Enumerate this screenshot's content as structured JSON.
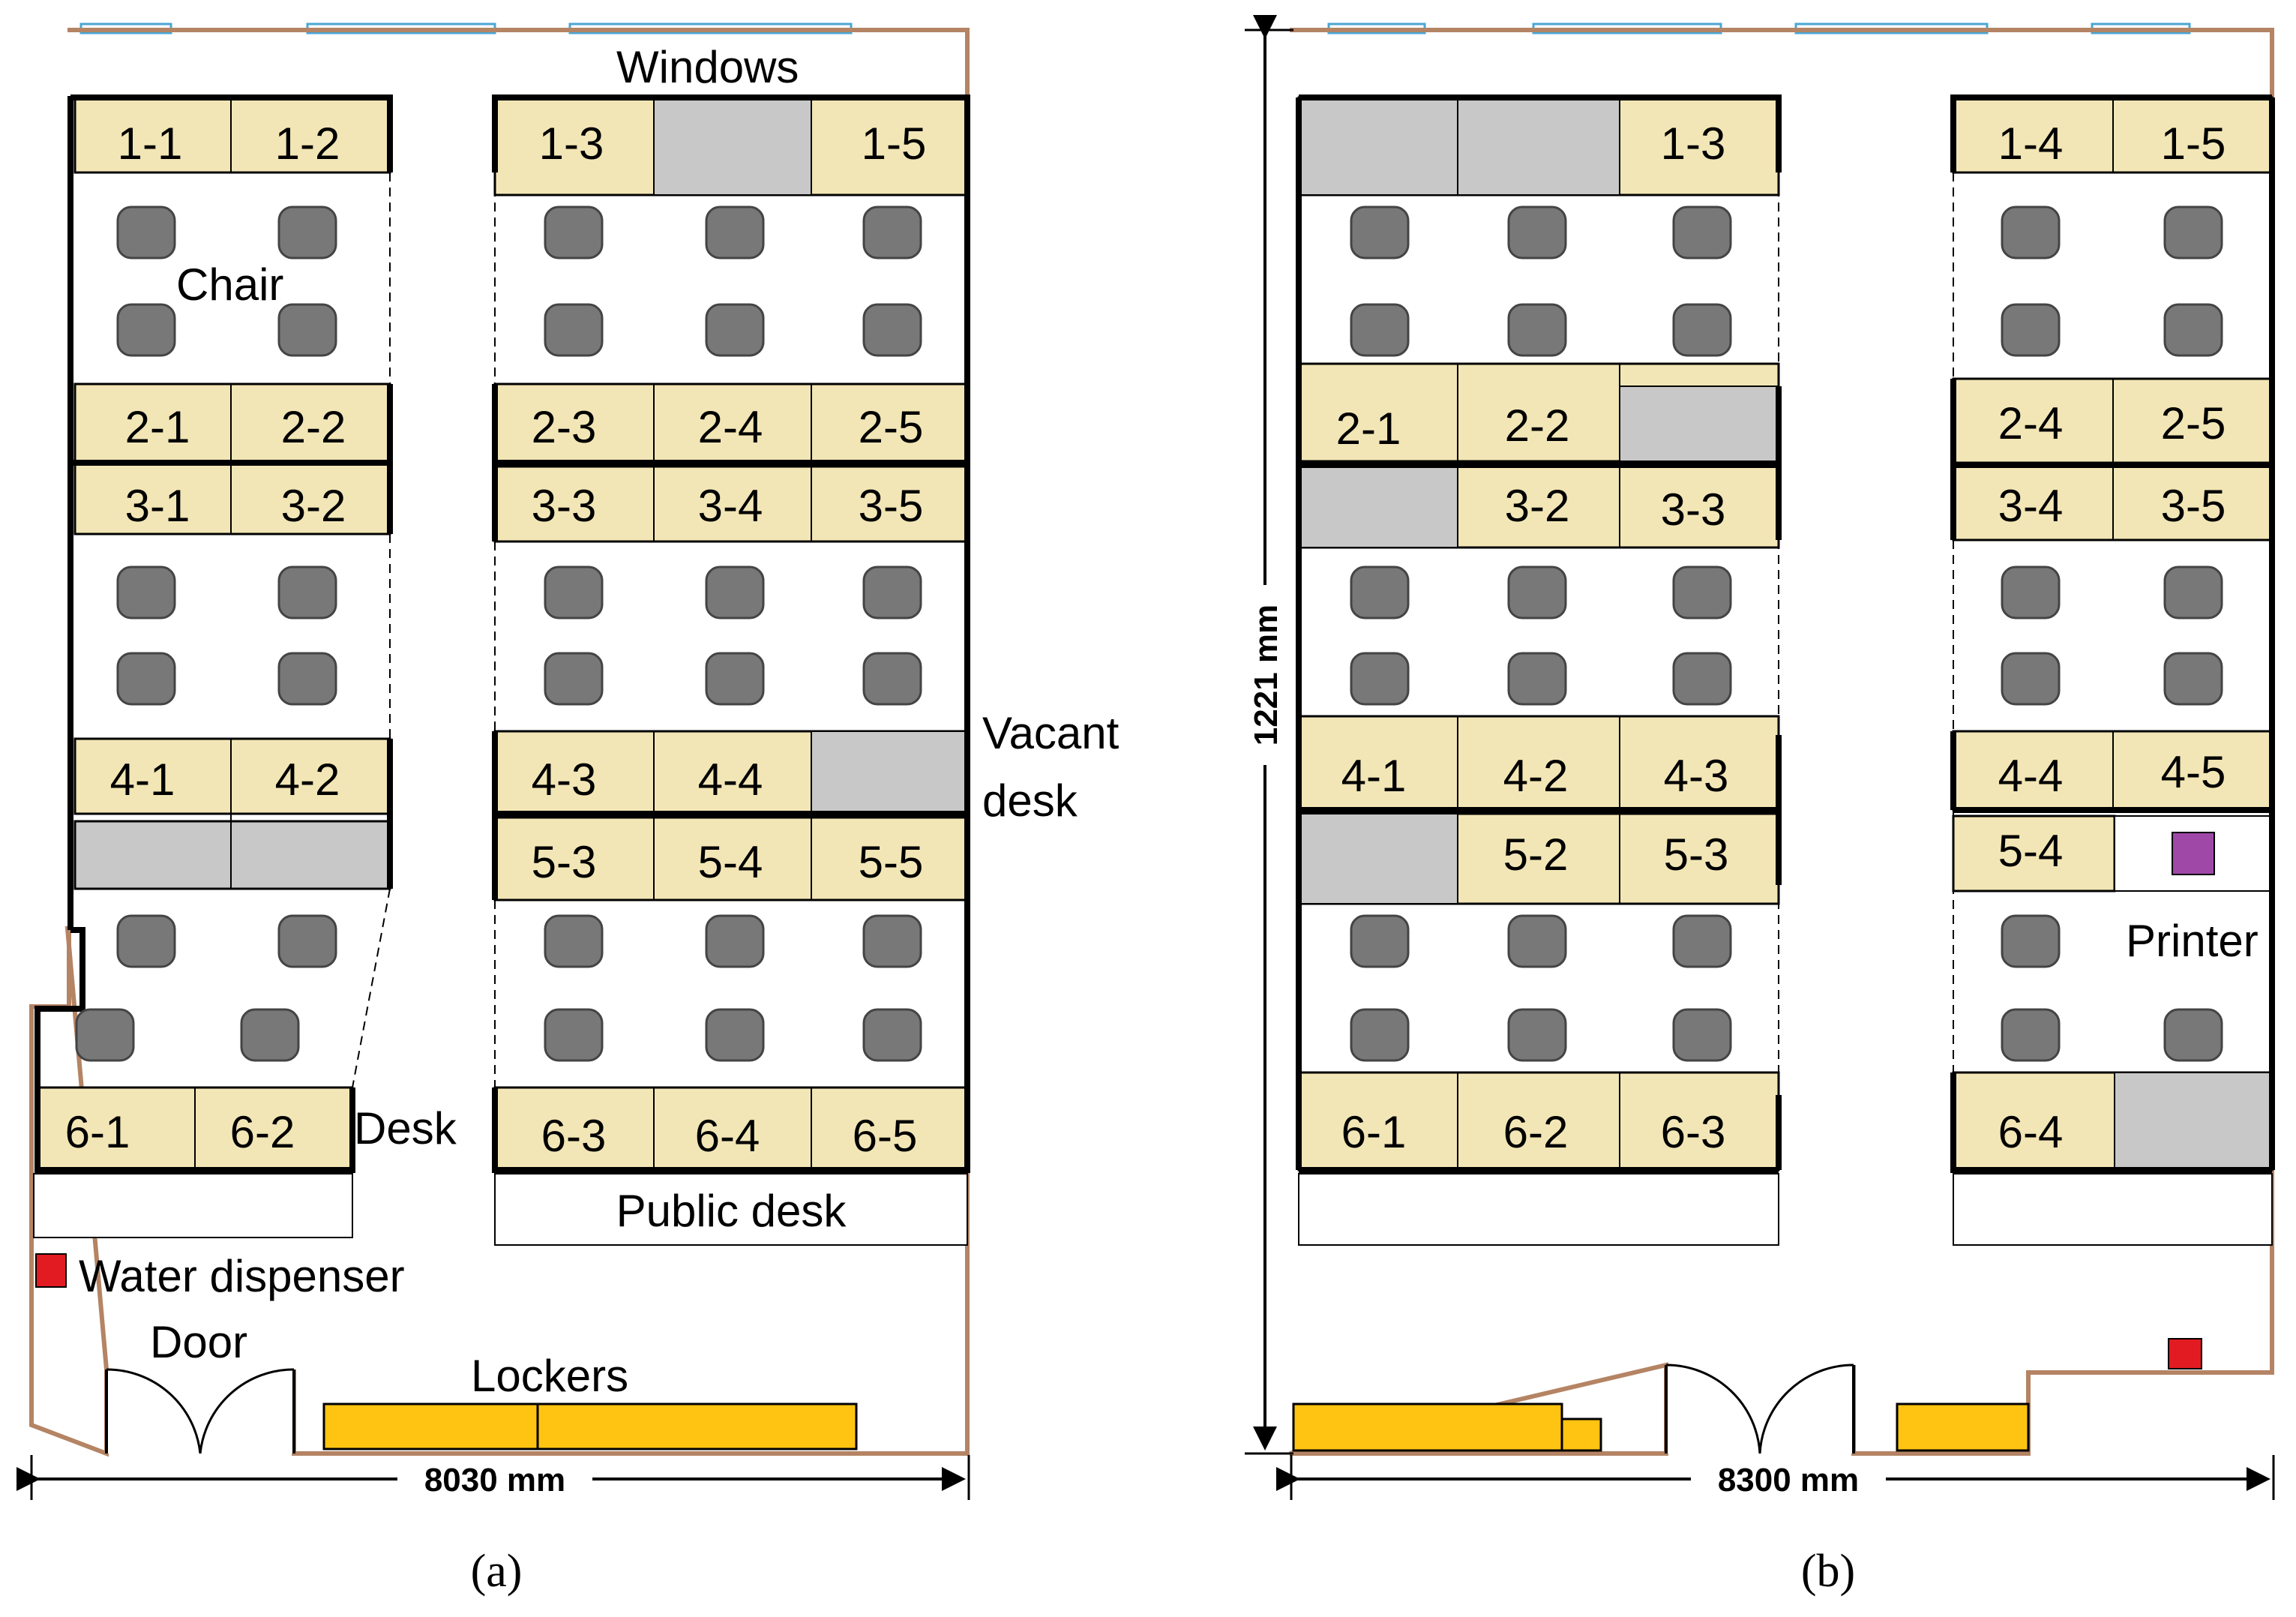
{
  "colors": {
    "wall": "#b48464",
    "desk": "#f2e6b6",
    "vacant": "#c8c8c8",
    "chair": "#787878",
    "locker": "#ffc412",
    "water": "#e21b23",
    "printer": "#a048a8",
    "window": "#4aa6d4"
  },
  "panel_a": {
    "caption": "(a)",
    "windows_label": "Windows",
    "chair_label": "Chair",
    "vacant_label_1": "Vacant",
    "vacant_label_2": "desk",
    "desk_label": "Desk",
    "public_desk_label": "Public desk",
    "water_label": "Water dispenser",
    "door_label": "Door",
    "lockers_label": "Lockers",
    "width_label": "8030 mm",
    "desks": {
      "1-1": "1-1",
      "1-2": "1-2",
      "1-3": "1-3",
      "1-5": "1-5",
      "2-1": "2-1",
      "2-2": "2-2",
      "2-3": "2-3",
      "2-4": "2-4",
      "2-5": "2-5",
      "3-1": "3-1",
      "3-2": "3-2",
      "3-3": "3-3",
      "3-4": "3-4",
      "3-5": "3-5",
      "4-1": "4-1",
      "4-2": "4-2",
      "4-3": "4-3",
      "4-4": "4-4",
      "5-3": "5-3",
      "5-4": "5-4",
      "5-5": "5-5",
      "6-1": "6-1",
      "6-2": "6-2",
      "6-3": "6-3",
      "6-4": "6-4",
      "6-5": "6-5"
    }
  },
  "panel_b": {
    "caption": "(b)",
    "printer_label": "Printer",
    "height_label": "1221 mm",
    "width_label": "8300 mm",
    "desks": {
      "1-3": "1-3",
      "1-4": "1-4",
      "1-5": "1-5",
      "2-1": "2-1",
      "2-2": "2-2",
      "2-4": "2-4",
      "2-5": "2-5",
      "3-2": "3-2",
      "3-3": "3-3",
      "3-4": "3-4",
      "3-5": "3-5",
      "4-1": "4-1",
      "4-2": "4-2",
      "4-3": "4-3",
      "4-4": "4-4",
      "4-5": "4-5",
      "5-2": "5-2",
      "5-3": "5-3",
      "5-4": "5-4",
      "6-1": "6-1",
      "6-2": "6-2",
      "6-3": "6-3",
      "6-4": "6-4"
    }
  }
}
